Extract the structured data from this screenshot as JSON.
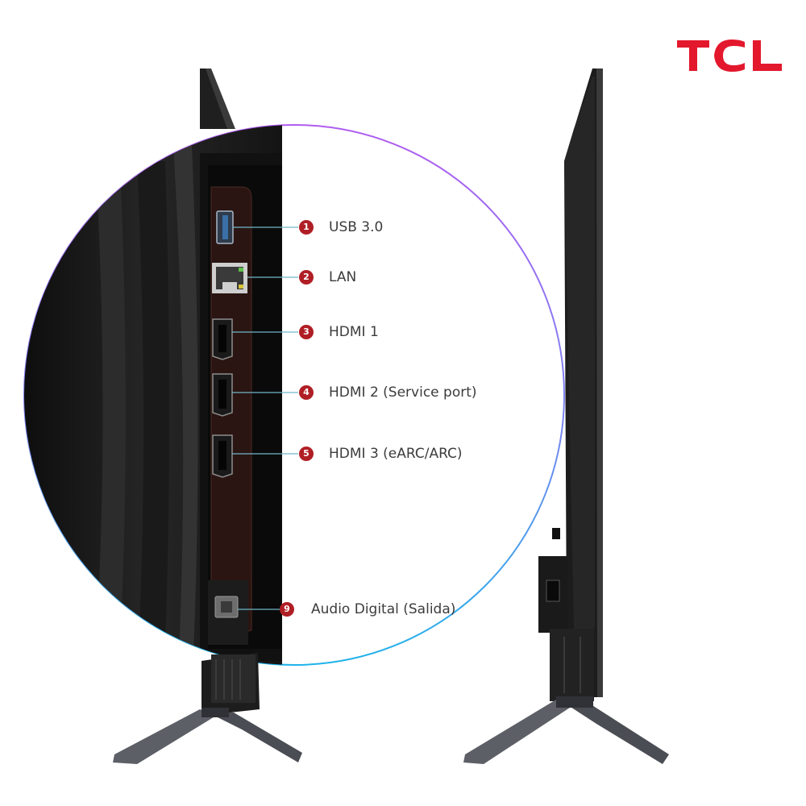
{
  "brand": {
    "logo_text": "TCL",
    "logo_color": "#e3182d"
  },
  "colors": {
    "badge": "#b01e25",
    "label_text": "#3c3c3c",
    "ring_start": "#b15cf0",
    "ring_end": "#1fb3ea",
    "panel": "#1b1b1b",
    "port_board": "#2a1512",
    "stand": "#5c5f66"
  },
  "ports": [
    {
      "number": "1",
      "label": "USB 3.0",
      "icon": "usb-port-icon"
    },
    {
      "number": "2",
      "label": "LAN",
      "icon": "ethernet-port-icon"
    },
    {
      "number": "3",
      "label": "HDMI 1",
      "icon": "hdmi-port-icon"
    },
    {
      "number": "4",
      "label": "HDMI 2 (Service port)",
      "icon": "hdmi-port-icon"
    },
    {
      "number": "5",
      "label": "HDMI 3 (eARC/ARC)",
      "icon": "hdmi-port-icon"
    },
    {
      "number": "9",
      "label": "Audio Digital (Salida)",
      "icon": "optical-audio-port-icon"
    }
  ]
}
